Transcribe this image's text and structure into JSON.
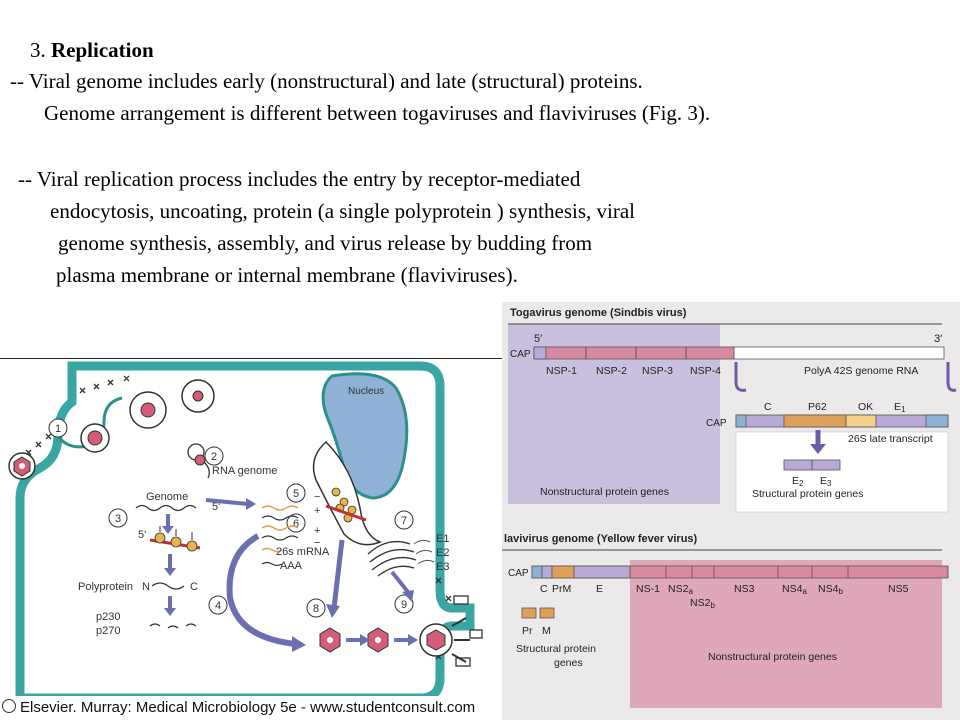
{
  "slide": {
    "heading_number": "3.",
    "heading_title": "Replication",
    "para1_line1": "--  Viral genome includes early (nonstructural) and late (structural) proteins.",
    "para1_line2": "Genome arrangement is different between togaviruses and flaviviruses (Fig. 3).",
    "para2_line1": "-- Viral replication process includes the entry by receptor-mediated",
    "para2_line2": "endocytosis, uncoating, protein (a single polyprotein ) synthesis, viral",
    "para2_line3": "genome synthesis, assembly, and virus release by budding from",
    "para2_line4": "plasma membrane or internal membrane (flaviviruses)."
  },
  "cell_figure": {
    "nucleus": "Nucleus",
    "rna_genome": "RNA genome",
    "genome": "Genome",
    "five_prime": "5'",
    "five_prime_b": "5'",
    "polyprotein": "Polyprotein",
    "n_term": "N",
    "c_term": "C",
    "p230": "p230",
    "p270": "p270",
    "mrna": "26s mRNA",
    "aaa": "AAA",
    "minus": "−",
    "plus1": "+",
    "plus2": "+",
    "minus2": "−",
    "e1": "E1",
    "e2": "E2",
    "e3": "E3",
    "steps": [
      "1",
      "2",
      "3",
      "4",
      "5",
      "6",
      "7",
      "8",
      "9"
    ],
    "caption": "Elsevier. Murray: Medical Microbiology 5e - www.studentconsult.com",
    "colors": {
      "cell": "#3aa6a3",
      "membrane": "#2e8f8c",
      "nucleus": "#8fb1d6",
      "arrow": "#6b6fb0",
      "virion": "#d35d79"
    }
  },
  "genome_figure": {
    "toga_title": "Togavirus genome (Sindbis virus)",
    "toga_5": "5′",
    "toga_3": "3′",
    "cap1": "CAP",
    "nsp1": "NSP-1",
    "nsp2": "NSP-2",
    "nsp3": "NSP-3",
    "nsp4": "NSP-4",
    "polya": "PolyA 42S genome RNA",
    "cap2": "CAP",
    "c": "C",
    "p62": "P62",
    "ok": "OK",
    "e1": "E",
    "e1_sub": "1",
    "late": "26S late transcript",
    "e2": "E",
    "e2_sub": "2",
    "e3": "E",
    "e3_sub": "3",
    "struct_genes": "Structural protein genes",
    "nonstruct_genes": "Nonstructural protein genes",
    "flavi_title": "lavivirus genome (Yellow fever virus)",
    "cap3": "CAP",
    "fc": "C",
    "prm": "PrM",
    "fe": "E",
    "ns1": "NS-1",
    "ns2a": "NS2",
    "ns2a_sub": "a",
    "ns2b": "NS2",
    "ns2b_sub": "b",
    "ns3": "NS3",
    "ns4a": "NS4",
    "ns4a_sub": "a",
    "ns4b": "NS4",
    "ns4b_sub": "b",
    "ns5": "NS5",
    "pr": "Pr",
    "m": "M",
    "flavi_struct_1": "Structural protein",
    "flavi_struct_2": "genes",
    "flavi_nonstruct": "Nonstructural protein genes",
    "colors": {
      "background": "#ece9ea",
      "nonstructural_box": "#c9c0dd",
      "genome_bar": "#d98aa0",
      "struct_bar": "#b8a9d6",
      "orange": "#e0a05a",
      "arrow": "#6d5ba6"
    }
  }
}
